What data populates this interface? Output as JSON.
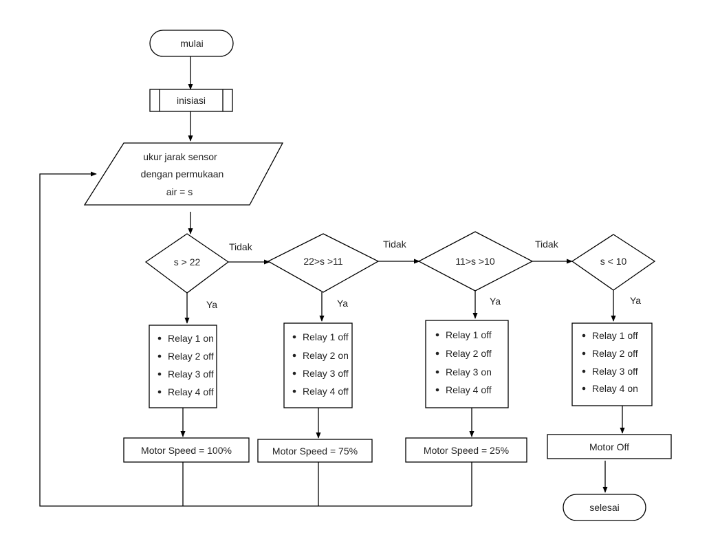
{
  "start": {
    "label": "mulai"
  },
  "init": {
    "label": "inisiasi"
  },
  "measure": {
    "lines": [
      "ukur jarak sensor",
      "dengan permukaan",
      "air = s"
    ]
  },
  "branch_labels": {
    "no": "Tidak",
    "yes": "Ya"
  },
  "decisions": [
    {
      "condition": "s > 22"
    },
    {
      "condition": "22>s >11"
    },
    {
      "condition": "11>s >10"
    },
    {
      "condition": "s < 10"
    }
  ],
  "relay_boxes": [
    {
      "items": [
        "Relay 1 on",
        "Relay 2 off",
        "Relay 3 off",
        "Relay 4 off"
      ]
    },
    {
      "items": [
        "Relay 1 off",
        "Relay 2 on",
        "Relay 3 off",
        "Relay 4 off"
      ]
    },
    {
      "items": [
        "Relay 1 off",
        "Relay 2 off",
        "Relay 3 on",
        "Relay 4 off"
      ]
    },
    {
      "items": [
        "Relay 1 off",
        "Relay 2 off",
        "Relay 3 off",
        "Relay 4 on"
      ]
    }
  ],
  "motor_boxes": [
    {
      "label": "Motor Speed = 100%"
    },
    {
      "label": "Motor Speed = 75%"
    },
    {
      "label": "Motor Speed = 25%"
    },
    {
      "label": "Motor Off"
    }
  ],
  "end": {
    "label": "selesai"
  }
}
